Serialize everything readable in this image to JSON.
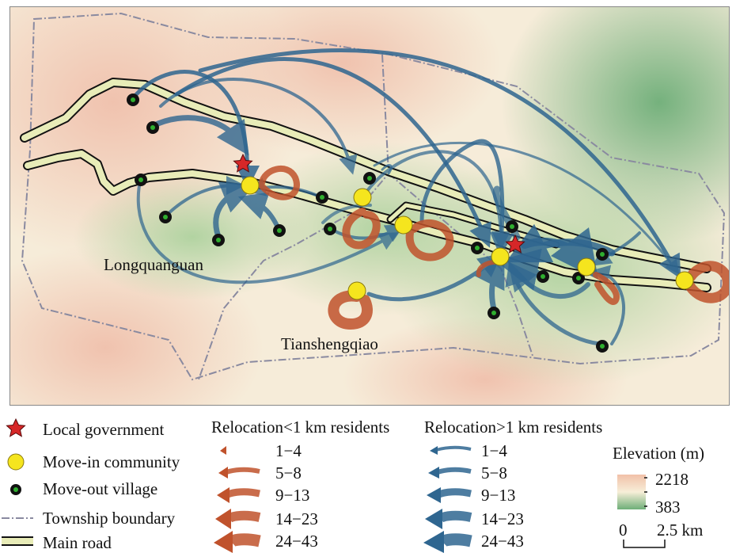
{
  "map": {
    "places": {
      "longquanguan": "Longquanguan",
      "tianshengqiao": "Tianshengqiao"
    },
    "colors": {
      "high_elev": "#f1c8b8",
      "mid_elev": "#f7eed8",
      "low_elev": "#7fb784",
      "road_fill": "#e8ecb8",
      "road_edge": "#111111",
      "boundary": "#8a8aa0",
      "arrow_near": "#c0522c",
      "arrow_far": "#2f6690",
      "community": "#f5e51e",
      "village_dot": "#2a8a2a",
      "gov_star": "#d62728"
    }
  },
  "legend": {
    "symbols": {
      "government": "Local government",
      "community": "Move-in community",
      "village": "Move-out village",
      "boundary": "Township boundary",
      "road": "Main road"
    },
    "near_title": "Relocation<1 km residents",
    "far_title": "Relocation>1 km residents",
    "classes": [
      "1−4",
      "5−8",
      "9−13",
      "14−23",
      "24−43"
    ],
    "elevation": {
      "title": "Elevation (m)",
      "max": "2218",
      "min": "383"
    },
    "scale": {
      "start": "0",
      "end": "2.5 km"
    }
  }
}
